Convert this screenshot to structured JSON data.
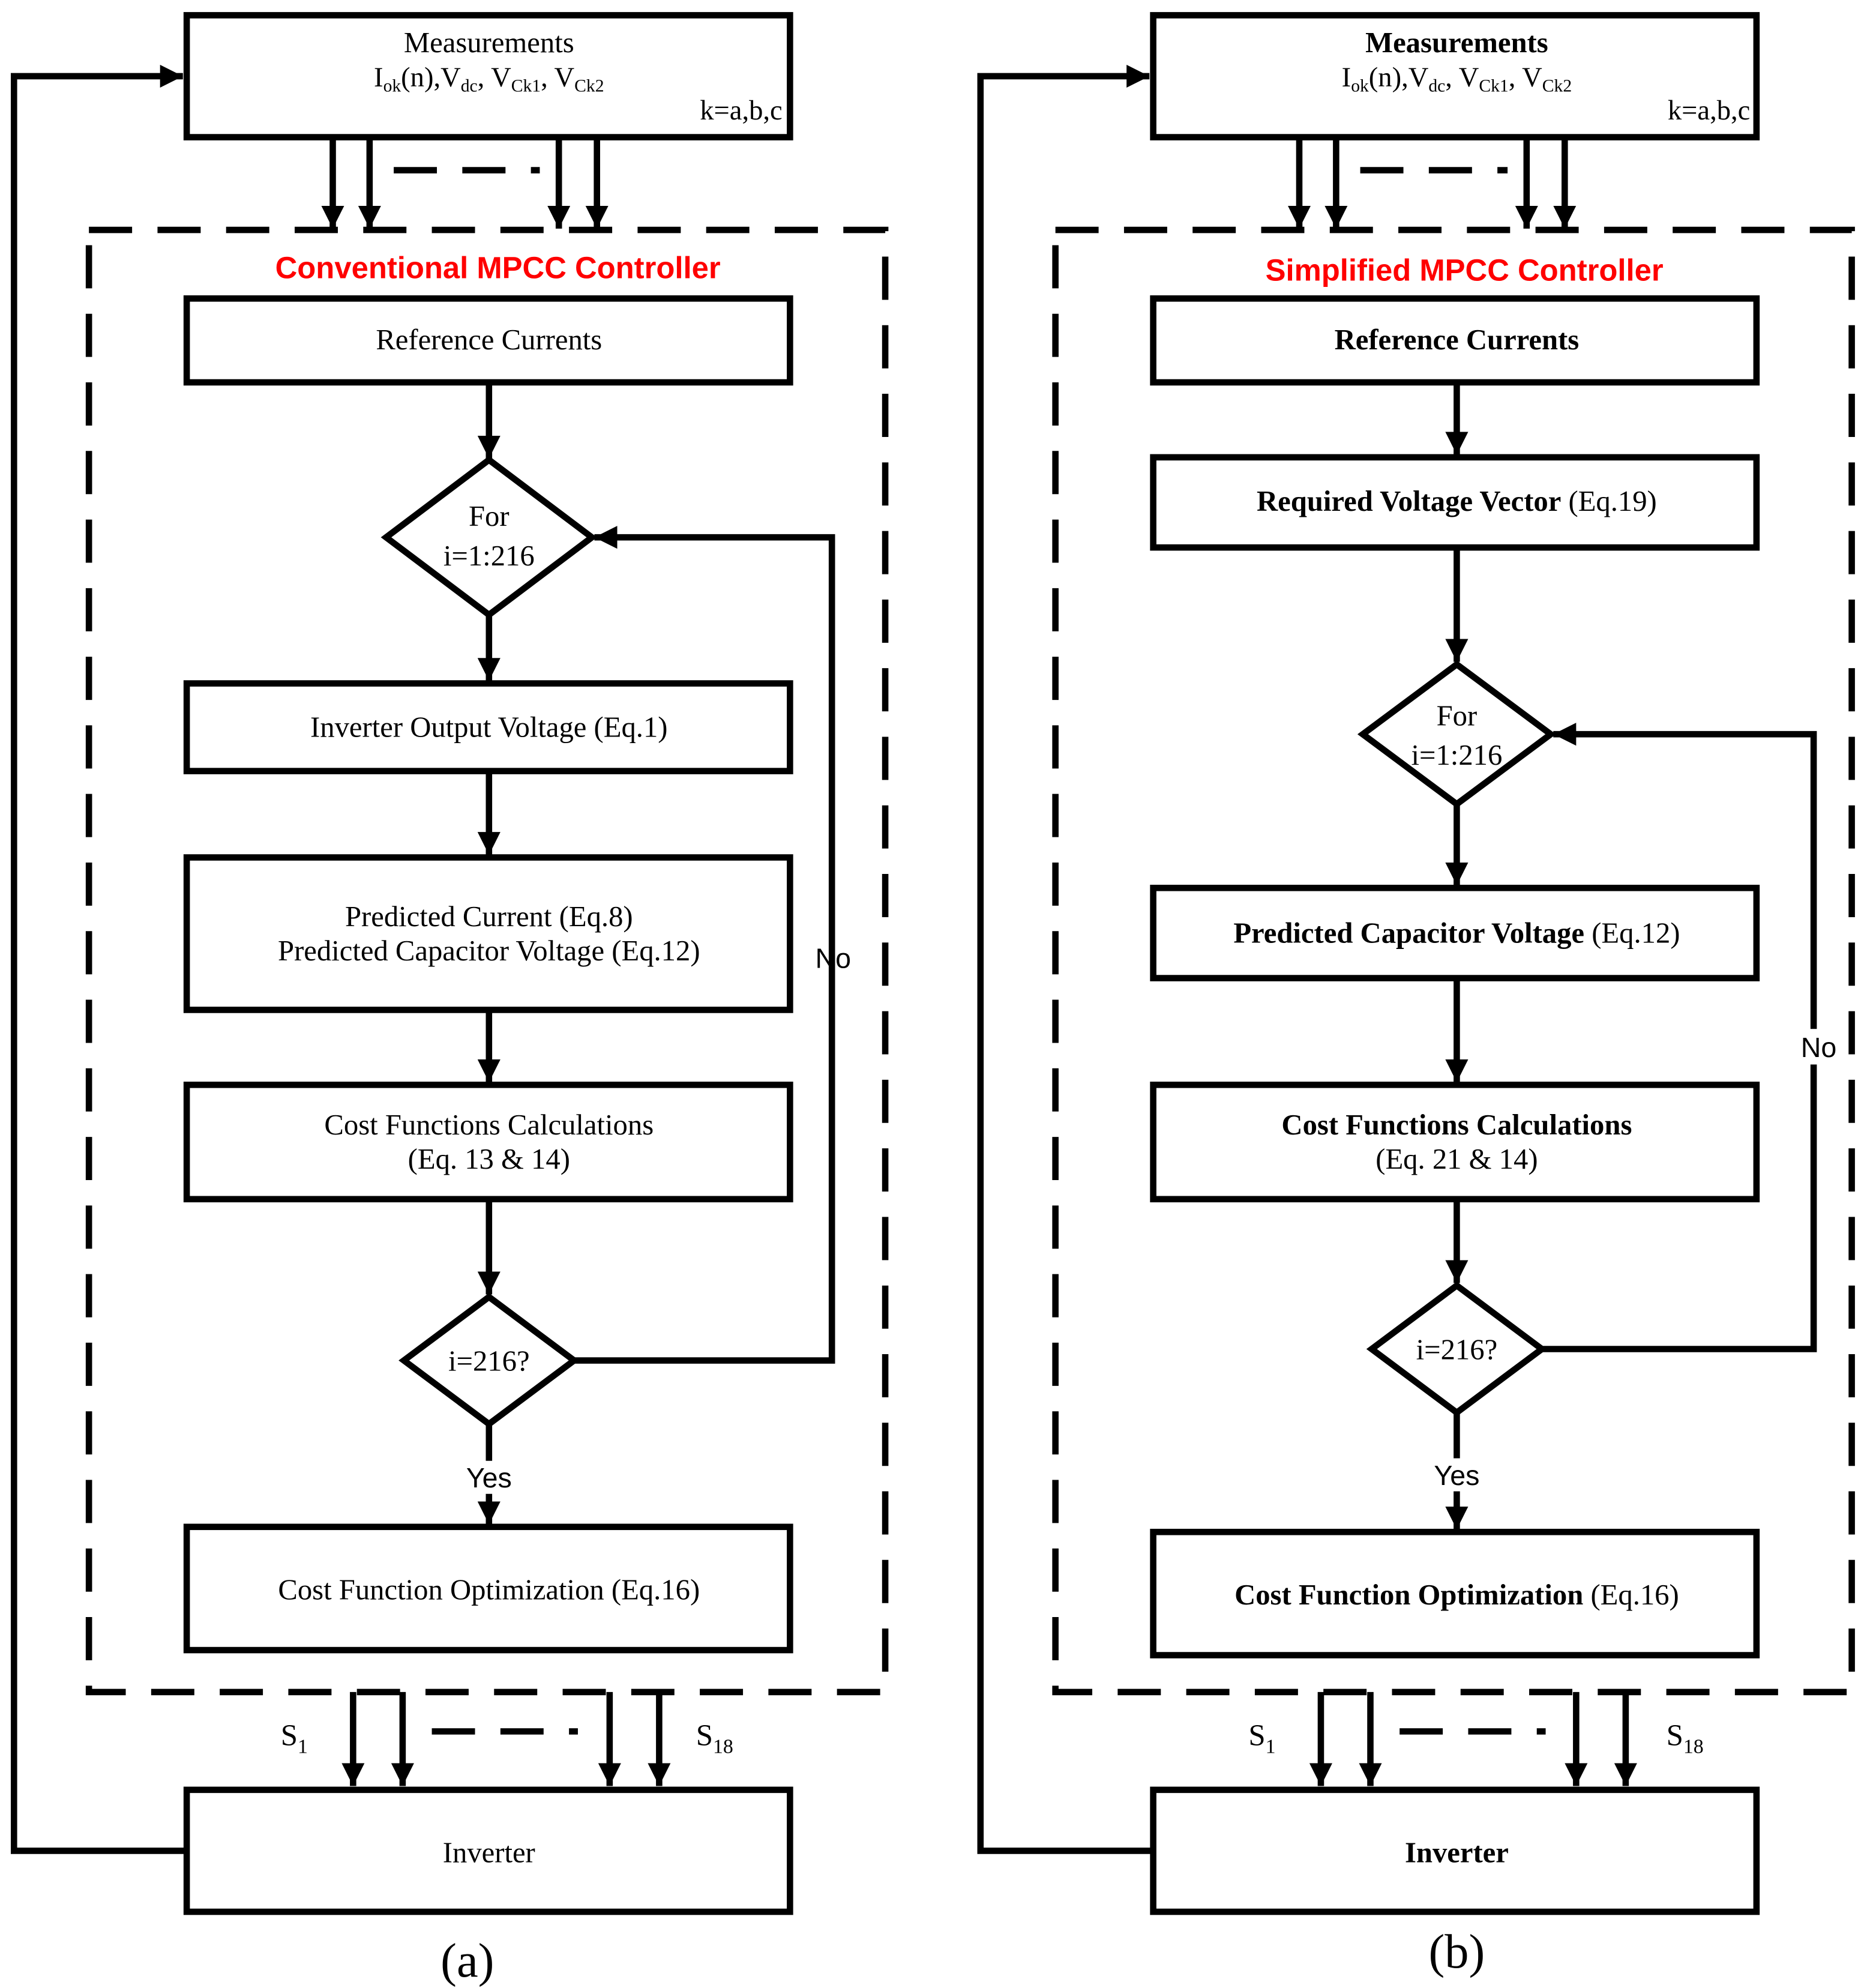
{
  "panel_a": {
    "caption": "(a)",
    "measurements": {
      "title": "Measurements",
      "i_main": "I",
      "i_sub": "ok",
      "i_rest": "(n),V",
      "vdc_sub": "dc",
      "sep1": ", V",
      "vck1_sub": "Ck1",
      "sep2": ", V",
      "vck2_sub": "Ck2",
      "k_label": "k=a,b,c"
    },
    "controller_title": "Conventional MPCC Controller",
    "reference_currents": "Reference Currents",
    "loop_start": {
      "line1": "For",
      "line2": "i=1:216"
    },
    "inverter_output_voltage": "Inverter Output Voltage (Eq.1)",
    "predicted": {
      "line1": "Predicted Current (Eq.8)",
      "line2": "Predicted Capacitor Voltage (Eq.12)"
    },
    "cost_functions": {
      "line1": "Cost Functions Calculations",
      "line2": "(Eq. 13 & 14)"
    },
    "loop_check": "i=216?",
    "no_label": "No",
    "yes_label": "Yes",
    "optimization": "Cost Function Optimization (Eq.16)",
    "s1": {
      "main": "S",
      "sub": "1"
    },
    "s18": {
      "main": "S",
      "sub": "18"
    },
    "inverter": "Inverter"
  },
  "panel_b": {
    "caption": "(b)",
    "measurements": {
      "title": "Measurements",
      "i_main": "I",
      "i_sub": "ok",
      "i_rest": "(n),V",
      "vdc_sub": "dc",
      "sep1": ", V",
      "vck1_sub": "Ck1",
      "sep2": ", V",
      "vck2_sub": "Ck2",
      "k_label": "k=a,b,c"
    },
    "controller_title": "Simplified MPCC Controller",
    "reference_currents": "Reference Currents",
    "required_voltage": {
      "bold": "Required Voltage Vector",
      "plain": " (Eq.19)"
    },
    "loop_start": {
      "line1": "For",
      "line2": "i=1:216"
    },
    "predicted": {
      "bold": "Predicted Capacitor Voltage",
      "plain": " (Eq.12)"
    },
    "cost_functions": {
      "line1": "Cost Functions Calculations",
      "line2": "(Eq. 21 & 14)"
    },
    "loop_check": "i=216?",
    "no_label": "No",
    "yes_label": "Yes",
    "optimization": {
      "bold": "Cost Function Optimization",
      "plain": " (Eq.16)"
    },
    "s1": {
      "main": "S",
      "sub": "1"
    },
    "s18": {
      "main": "S",
      "sub": "18"
    },
    "inverter": "Inverter"
  }
}
